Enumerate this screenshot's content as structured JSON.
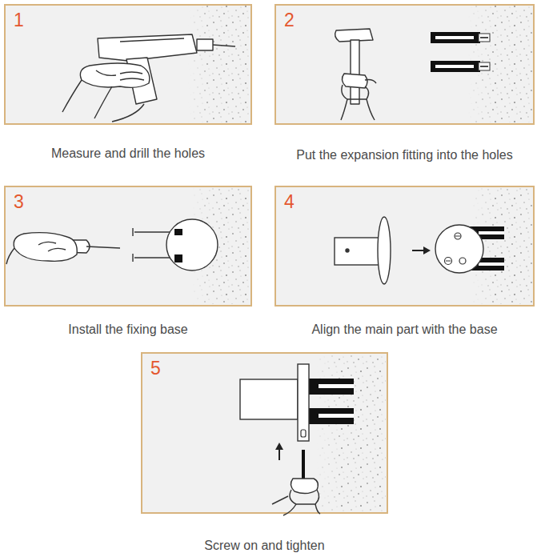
{
  "diagram": {
    "nodes": [
      {
        "text": [
          "1",
          "Measure and drill the holes"
        ]
      },
      {
        "text": [
          "2",
          "Put the expansion fitting into the holes"
        ]
      },
      {
        "text": [
          "3",
          "Install the fixing base"
        ]
      },
      {
        "text": [
          "4",
          "Align the main part with the base"
        ]
      },
      {
        "text": [
          "5",
          "Screw on and tighten"
        ]
      }
    ]
  }
}
